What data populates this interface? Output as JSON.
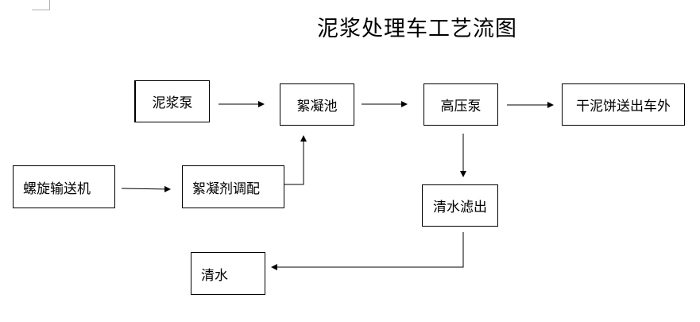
{
  "diagram": {
    "title": "泥浆处理车工艺流图",
    "nodes": {
      "mud_pump": "泥浆泵",
      "flocculation_tank": "絮凝池",
      "high_pressure_pump": "高压泵",
      "dry_cake_out": "干泥饼送出车外",
      "screw_conveyor": "螺旋输送机",
      "flocculant_mixing": "絮凝剂调配",
      "clear_water_filter": "清水滤出",
      "clear_water": "清水"
    },
    "edges": [
      {
        "from": "泥浆泵",
        "to": "絮凝池"
      },
      {
        "from": "絮凝池",
        "to": "高压泵"
      },
      {
        "from": "高压泵",
        "to": "干泥饼送出车外"
      },
      {
        "from": "螺旋输送机",
        "to": "絮凝剂调配"
      },
      {
        "from": "絮凝剂调配",
        "to": "絮凝池"
      },
      {
        "from": "高压泵",
        "to": "清水滤出"
      },
      {
        "from": "清水滤出",
        "to": "清水"
      }
    ]
  }
}
